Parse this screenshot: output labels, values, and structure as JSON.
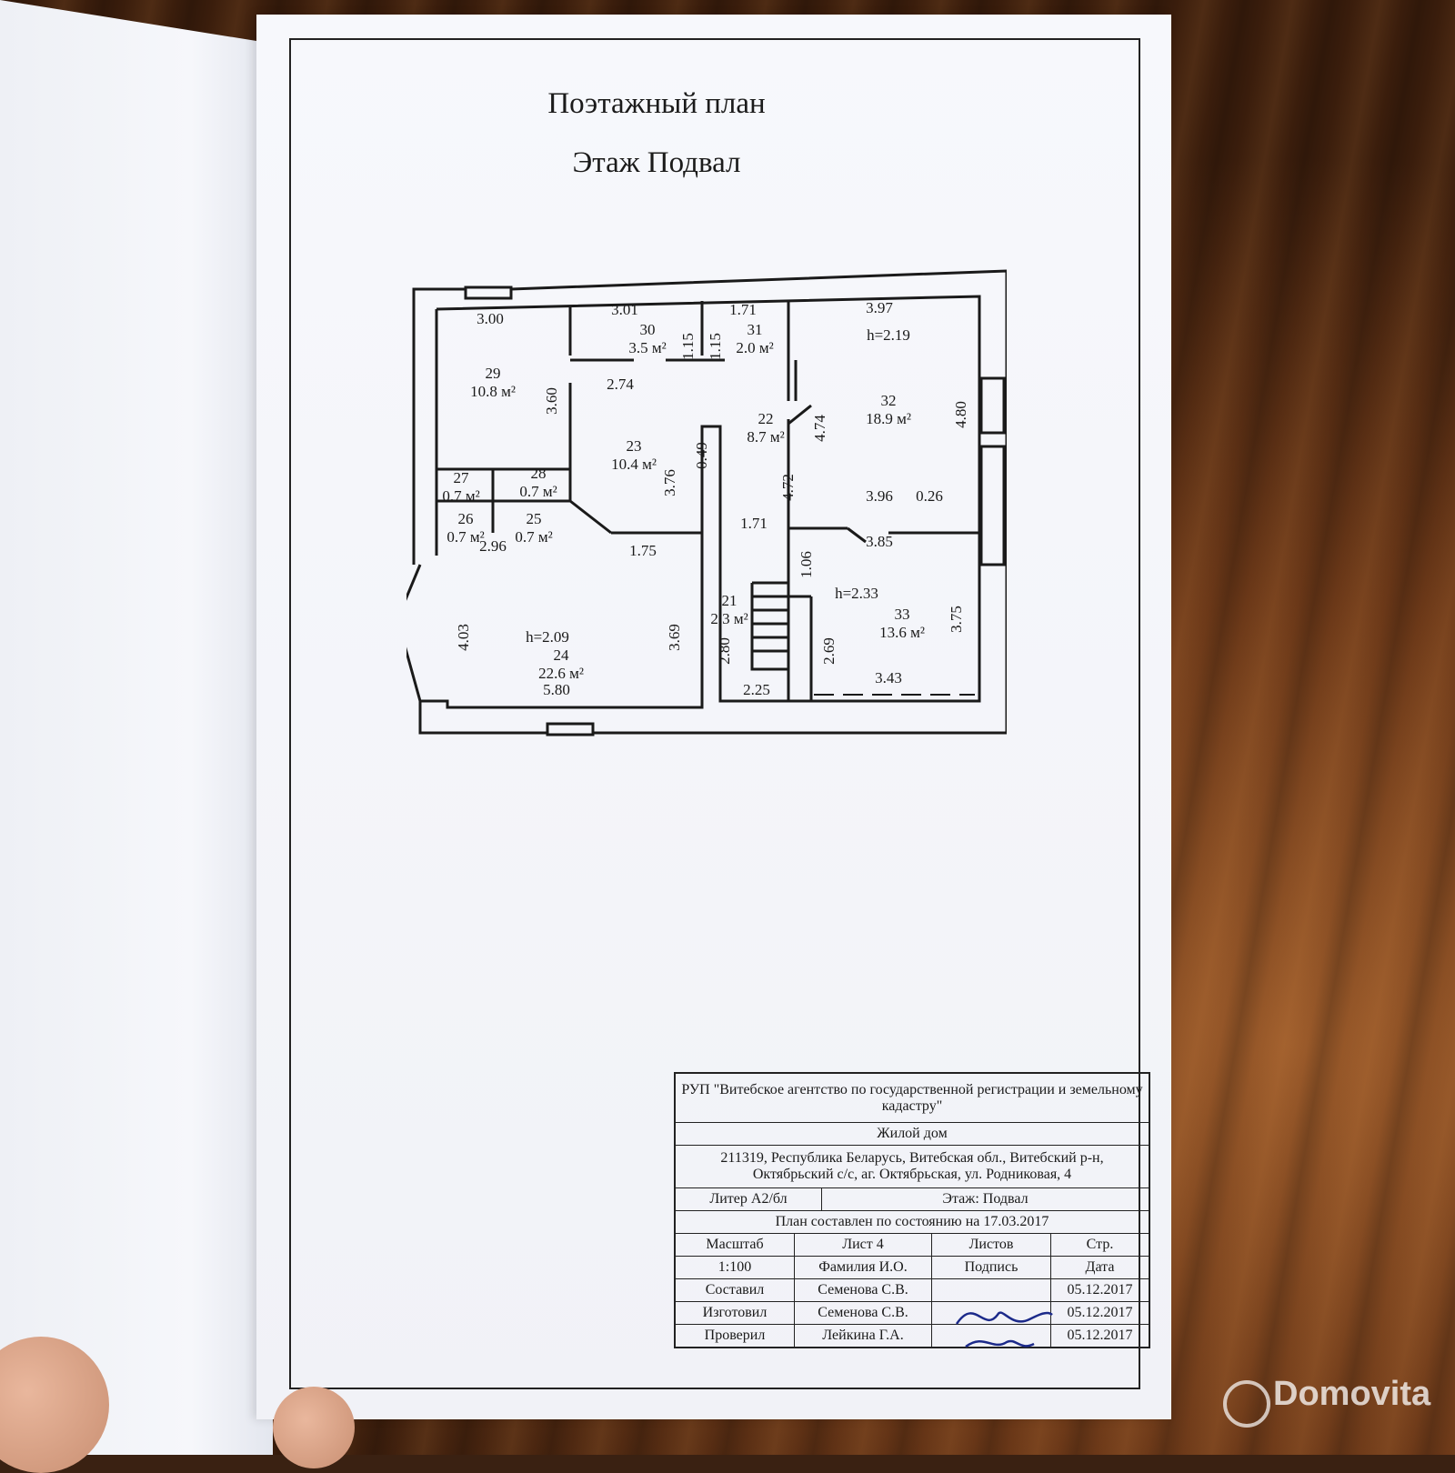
{
  "document": {
    "title": "Поэтажный план",
    "floor_title": "Этаж Подвал"
  },
  "plan": {
    "rooms": [
      {
        "number": "29",
        "area": "10.8 м²"
      },
      {
        "number": "30",
        "area": "3.5 м²"
      },
      {
        "number": "31",
        "area": "2.0 м²"
      },
      {
        "number": "22",
        "area": "8.7 м²"
      },
      {
        "number": "32",
        "area": "18.9 м²"
      },
      {
        "number": "23",
        "area": "10.4 м²"
      },
      {
        "number": "27",
        "area": "0.7 м²"
      },
      {
        "number": "28",
        "area": "0.7 м²"
      },
      {
        "number": "26",
        "area": "0.7 м²"
      },
      {
        "number": "25",
        "area": "0.7 м²"
      },
      {
        "number": "24",
        "area": "22.6 м²"
      },
      {
        "number": "21",
        "area": "2.3 м²"
      },
      {
        "number": "33",
        "area": "13.6 м²"
      }
    ],
    "heights": [
      "h=2.19",
      "h=2.33",
      "h=2.09"
    ],
    "dimensions": [
      "3.00",
      "3.01",
      "1.15",
      "1.15",
      "1.71",
      "3.97",
      "3.60",
      "2.74",
      "4.80",
      "4.74",
      "3.76",
      "0.49",
      "4.72",
      "3.96",
      "0.26",
      "2.96",
      "1.75",
      "1.71",
      "1.06",
      "3.85",
      "4.03",
      "3.69",
      "2.80",
      "2.69",
      "3.75",
      "5.80",
      "2.25",
      "3.43"
    ]
  },
  "title_block": {
    "organization": "РУП \"Витебское агентство по государственной регистрации и земельному кадастру\"",
    "object": "Жилой дом",
    "address": "211319, Республика Беларусь, Витебская обл., Витебский р-н, Октябрьский с/с, аг. Октябрьская, ул. Родниковая, 4",
    "liter": "Литер А2/бл",
    "floor": "Этаж: Подвал",
    "plan_date": "План составлен по состоянию на 17.03.2017",
    "scale_label": "Масштаб",
    "sheet_label": "Лист 4",
    "sheets_label": "Листов",
    "page_label": "Стр.",
    "scale_value": "1:100",
    "name_header": "Фамилия И.О.",
    "signature_header": "Подпись",
    "date_header": "Дата",
    "rows": [
      {
        "role": "Составил",
        "name": "Семенова С.В.",
        "date": "05.12.2017"
      },
      {
        "role": "Изготовил",
        "name": "Семенова С.В.",
        "date": "05.12.2017"
      },
      {
        "role": "Проверил",
        "name": "Лейкина Г.А.",
        "date": "05.12.2017"
      }
    ]
  },
  "watermark": "Domovita"
}
